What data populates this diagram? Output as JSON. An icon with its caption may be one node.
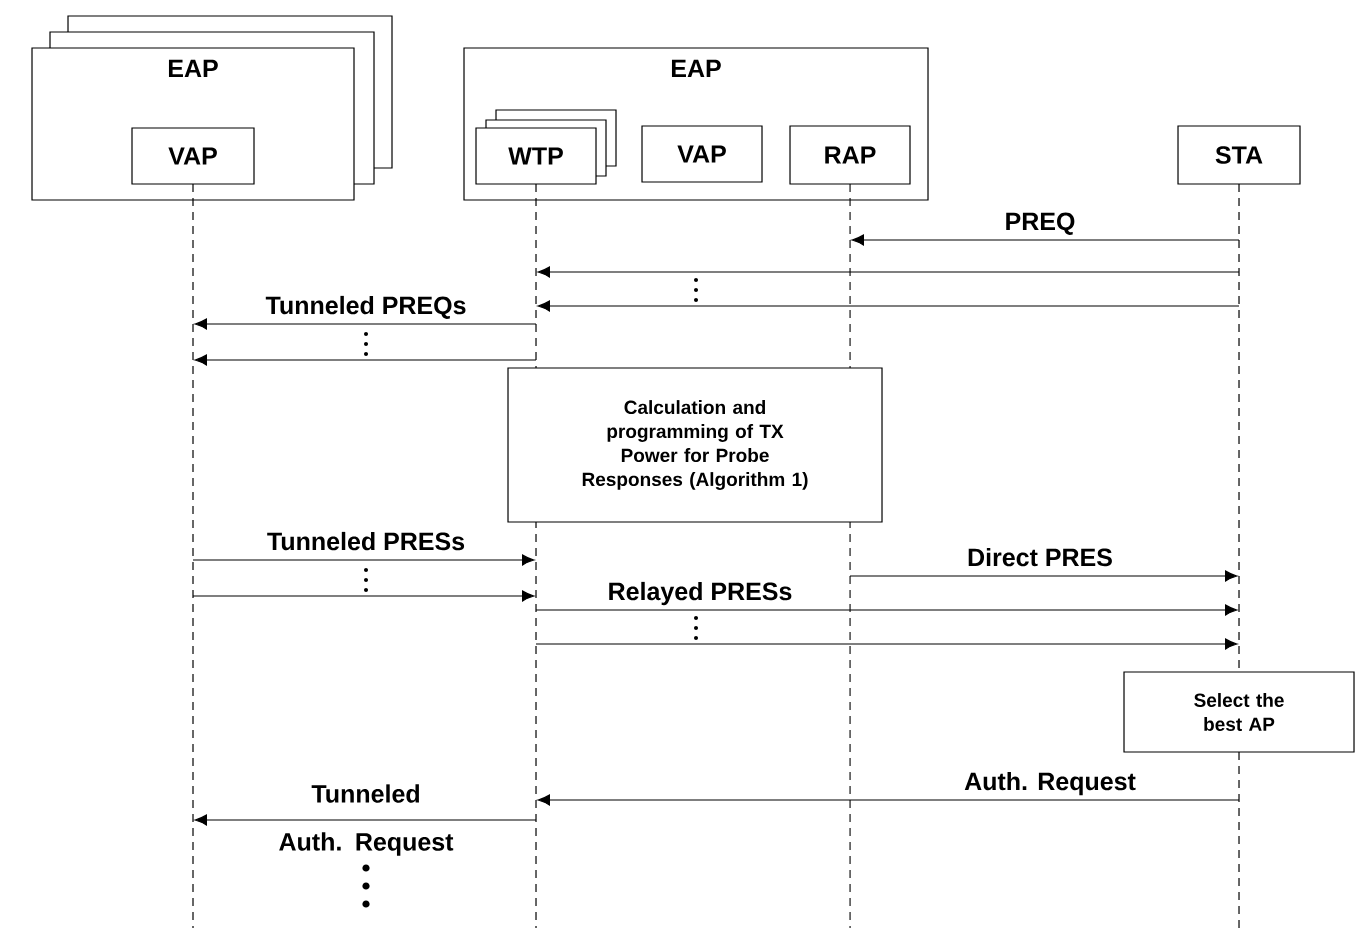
{
  "diagram": {
    "nodes": [
      {
        "text": [
          "EAP"
        ]
      },
      {
        "text": [
          "VAP"
        ],
        "in": 0
      },
      {
        "text": [
          "EAP"
        ]
      },
      {
        "text": [
          "WTP"
        ],
        "in": 2
      },
      {
        "text": [
          "VAP"
        ],
        "in": 2
      },
      {
        "text": [
          "RAP"
        ],
        "in": 2
      },
      {
        "text": [
          "STA"
        ]
      },
      {
        "text": [
          "Calculation and programming of TX Power for Probe Responses (Algorithm 1)"
        ]
      },
      {
        "text": [
          "Select the best AP"
        ]
      },
      {
        "text": [],
        "shape": "line"
      },
      {
        "text": [],
        "shape": "line"
      },
      {
        "text": [],
        "shape": "line"
      },
      {
        "text": [],
        "shape": "line"
      },
      {
        "text": [],
        "shape": "line"
      }
    ],
    "edges": [
      {
        "from": 12,
        "to": 11,
        "arrow": "to",
        "label": "PREQ"
      },
      {
        "from": 12,
        "to": 10,
        "arrow": "to"
      },
      {
        "from": 12,
        "to": 10,
        "arrow": "to"
      },
      {
        "from": 10,
        "to": 9,
        "arrow": "to",
        "label": "Tunneled PREQs"
      },
      {
        "from": 10,
        "to": 9,
        "arrow": "to"
      },
      {
        "from": 9,
        "to": 10,
        "arrow": "to",
        "label": "Tunneled PRESs"
      },
      {
        "from": 9,
        "to": 10,
        "arrow": "to"
      },
      {
        "from": 11,
        "to": 12,
        "arrow": "to",
        "label": "Direct PRES"
      },
      {
        "from": 10,
        "to": 12,
        "arrow": "to",
        "label": "Relayed PRESs"
      },
      {
        "from": 10,
        "to": 12,
        "arrow": "to"
      },
      {
        "from": 13,
        "to": 10,
        "arrow": "to",
        "label": "Auth. Request"
      },
      {
        "from": 10,
        "to": 9,
        "arrow": "to",
        "label": "Tunneled Auth. Request"
      }
    ]
  }
}
